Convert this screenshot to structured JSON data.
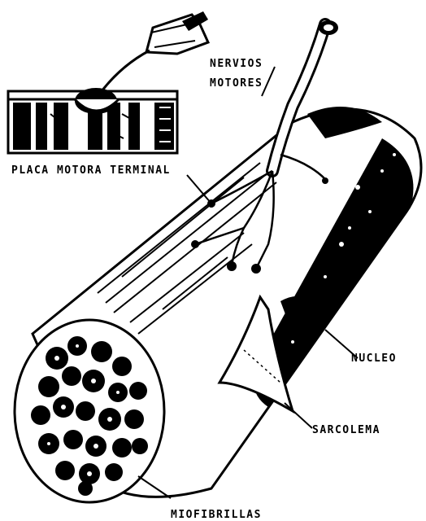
{
  "labels": {
    "nervios": "NERVIOS",
    "motores": "MOTORES",
    "placa": "PLACA MOTORA TERMINAL",
    "nucleo": "NUCLEO",
    "sarcolema": "SARCOLEMA",
    "miofibrillas": "MIOFIBRILLAS"
  },
  "colors": {
    "ink": "#000000",
    "paper": "#ffffff"
  }
}
